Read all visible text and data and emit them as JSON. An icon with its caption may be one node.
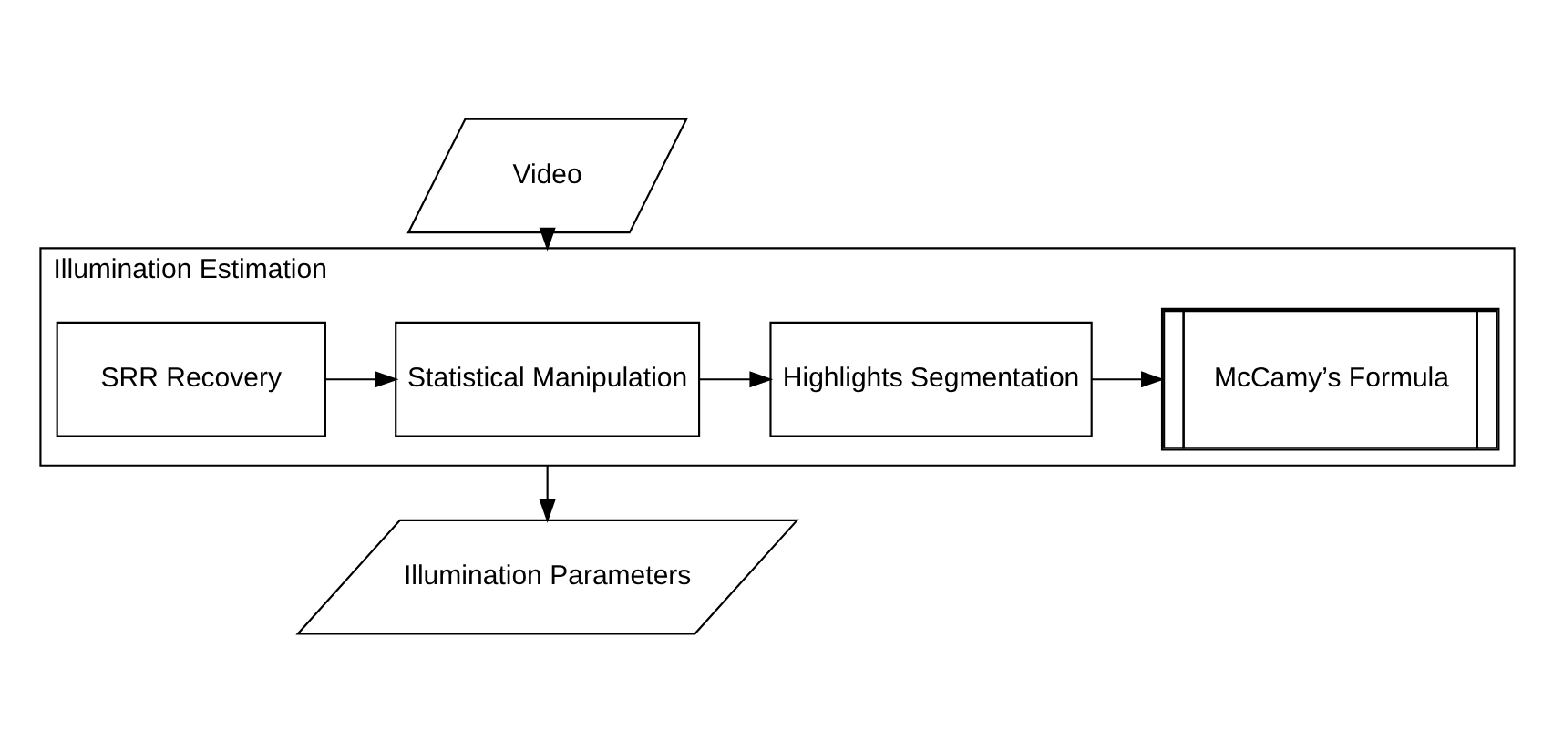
{
  "diagram": {
    "nodes": [
      {
        "text": [
          "Video"
        ]
      },
      {
        "text": [
          "Illumination Estimation"
        ]
      },
      {
        "text": [
          "SRR Recovery"
        ],
        "in": 1
      },
      {
        "text": [
          "Statistical Manipulation"
        ],
        "in": 1
      },
      {
        "text": [
          "Highlights Segmentation"
        ],
        "in": 1
      },
      {
        "text": [
          "McCamy’s Formula"
        ],
        "in": 1
      },
      {
        "text": [
          "Illumination Parameters"
        ]
      }
    ],
    "edges": [
      {
        "from": 0,
        "to": 1,
        "arrow": "to"
      },
      {
        "from": 2,
        "to": 3,
        "arrow": "to"
      },
      {
        "from": 3,
        "to": 4,
        "arrow": "to"
      },
      {
        "from": 4,
        "to": 5,
        "arrow": "to"
      },
      {
        "from": 1,
        "to": 6,
        "arrow": "to"
      }
    ]
  }
}
